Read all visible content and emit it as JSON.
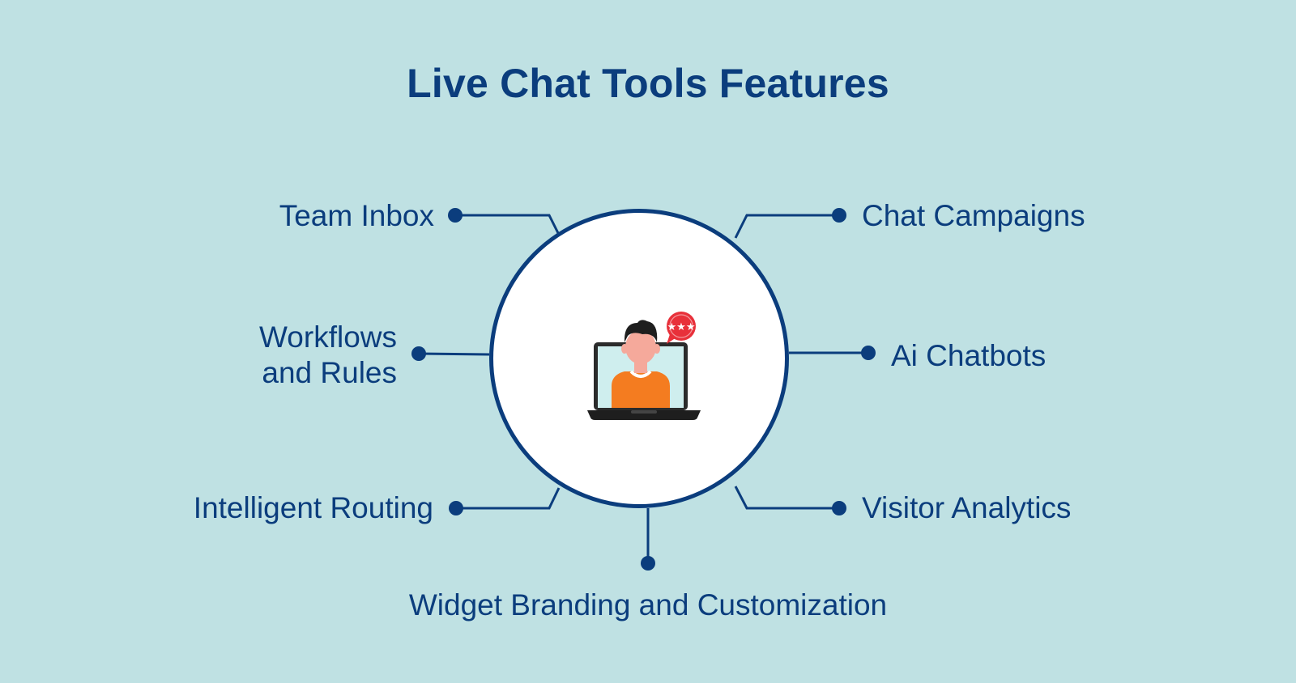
{
  "title": "Live Chat Tools Features",
  "colors": {
    "background": "#bfe1e3",
    "primary": "#0b3d7d",
    "circle_fill": "#ffffff",
    "agent_shirt": "#f47c20",
    "agent_skin": "#f5a99b",
    "speech_bubble": "#e8303a"
  },
  "center_icon": "agent-laptop-chat-icon",
  "features": {
    "team_inbox": "Team Inbox",
    "workflows_line1": "Workflows",
    "workflows_line2": "and Rules",
    "intelligent_routing": "Intelligent Routing",
    "chat_campaigns": "Chat Campaigns",
    "ai_chatbots": "Ai Chatbots",
    "visitor_analytics": "Visitor Analytics",
    "widget_branding": "Widget Branding and Customization"
  }
}
